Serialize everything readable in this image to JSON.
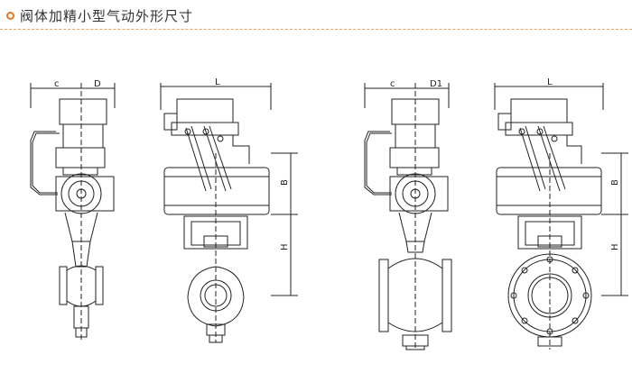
{
  "header": {
    "title": "阀体加精小型气动外形尺寸",
    "accent": "#e87722"
  },
  "views": {
    "view1": {
      "label_c": "c",
      "label_d": "D"
    },
    "view2": {
      "label_l": "L",
      "label_b": "B",
      "label_h": "H"
    },
    "view3": {
      "label_c": "c",
      "label_d1": "D1"
    },
    "view4": {
      "label_l": "L",
      "label_b": "B",
      "label_h": "H"
    }
  },
  "colors": {
    "line": "#222222",
    "background": "#ffffff"
  }
}
